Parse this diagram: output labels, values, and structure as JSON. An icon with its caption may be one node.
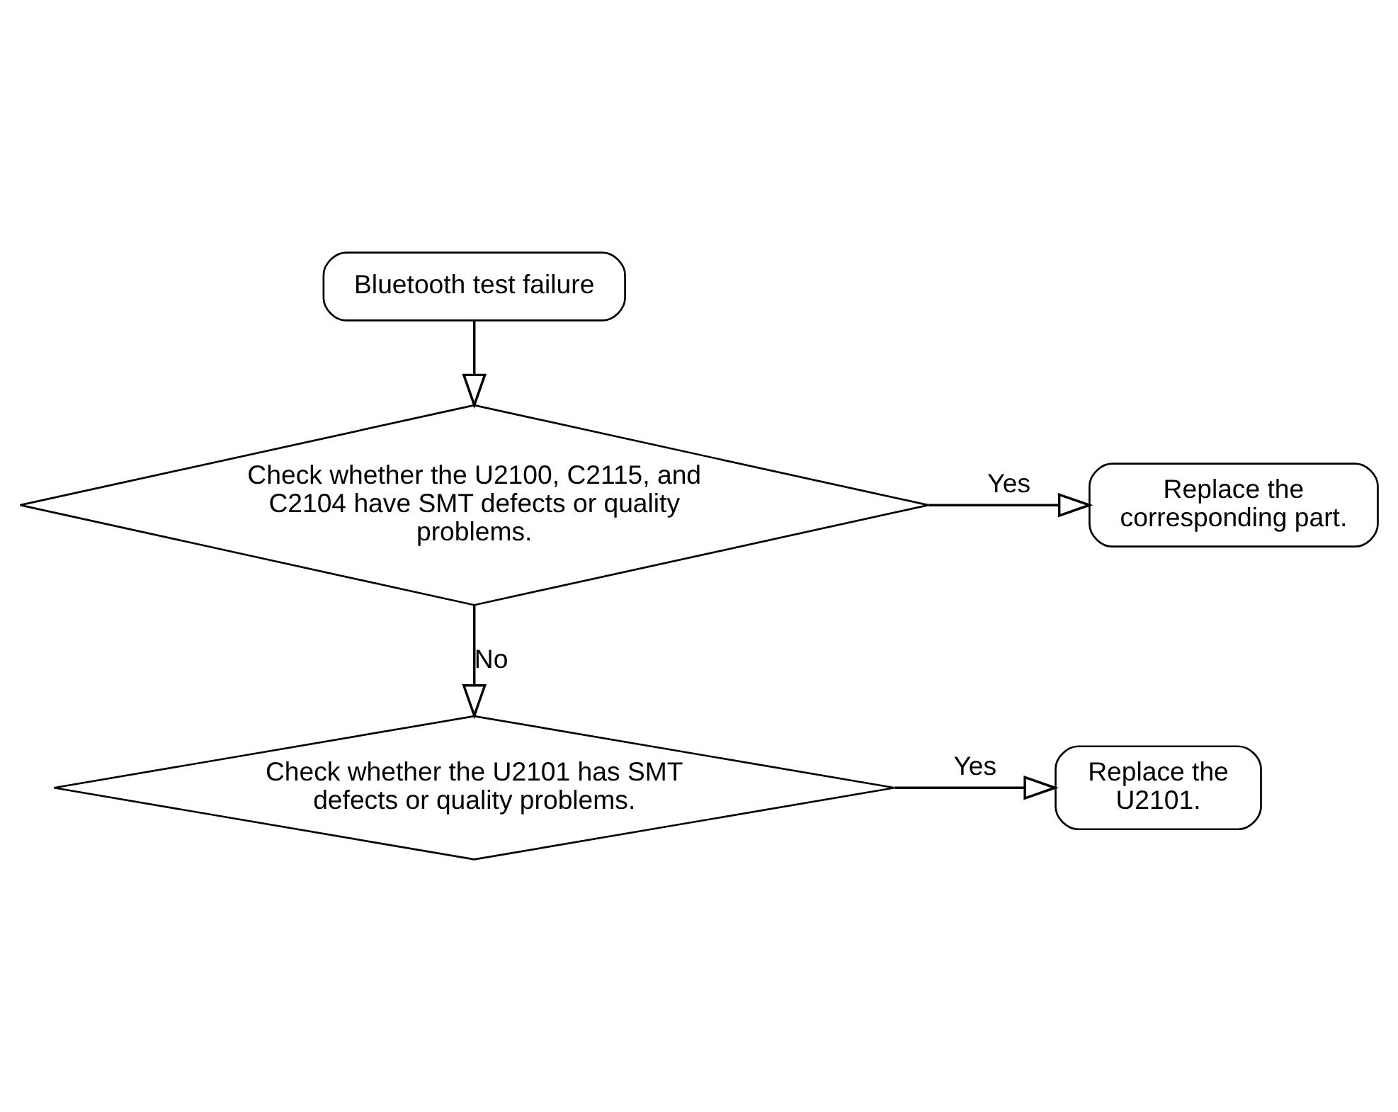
{
  "diagram": {
    "nodes": [
      {
        "text": [
          "Bluetooth test failure"
        ]
      },
      {
        "text": [
          "Check whether the U2100, C2115, and C2104 have SMT defects or quality problems."
        ]
      },
      {
        "text": [
          "Replace the corresponding part."
        ]
      },
      {
        "text": [
          "Check whether the U2101 has SMT defects or quality problems."
        ]
      },
      {
        "text": [
          "Replace the U2101."
        ]
      }
    ],
    "edges": [
      {
        "from": 0,
        "to": 1,
        "arrow": "to"
      },
      {
        "from": 1,
        "to": 2,
        "arrow": "to",
        "label": "Yes"
      },
      {
        "from": 1,
        "to": 3,
        "arrow": "to",
        "label": "No"
      },
      {
        "from": 3,
        "to": 4,
        "arrow": "to",
        "label": "Yes"
      }
    ]
  }
}
